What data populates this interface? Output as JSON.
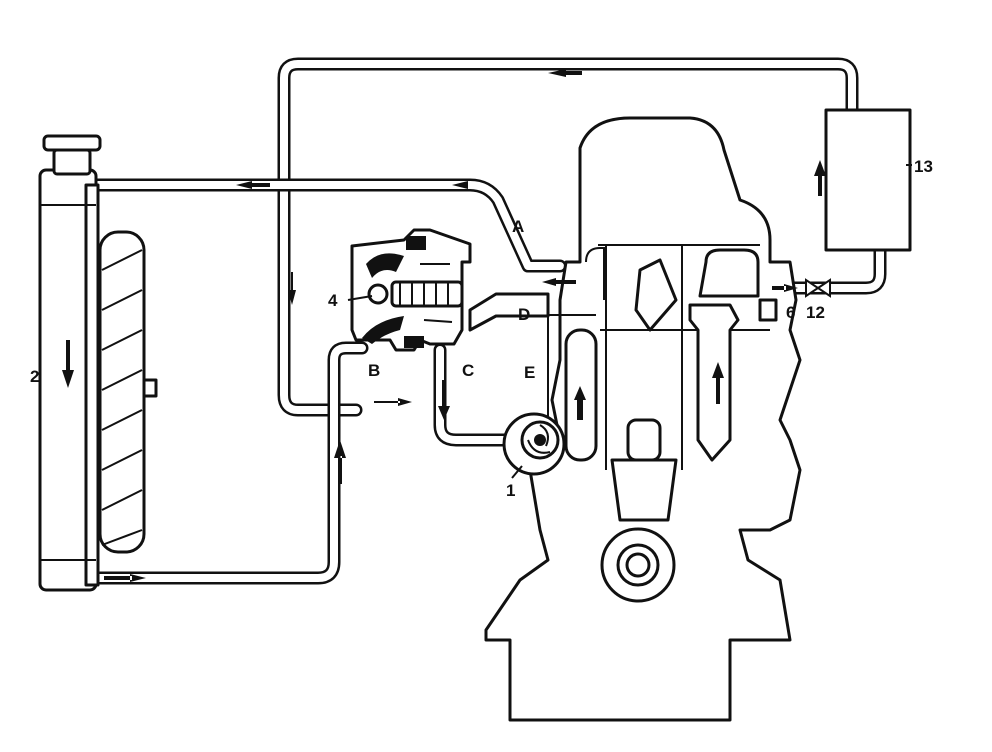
{
  "labels": {
    "A": "A",
    "B": "B",
    "C": "C",
    "D": "D",
    "E": "E",
    "n1": "1",
    "n2": "2",
    "n4": "4",
    "n6": "6",
    "n12": "12",
    "n13": "13"
  }
}
